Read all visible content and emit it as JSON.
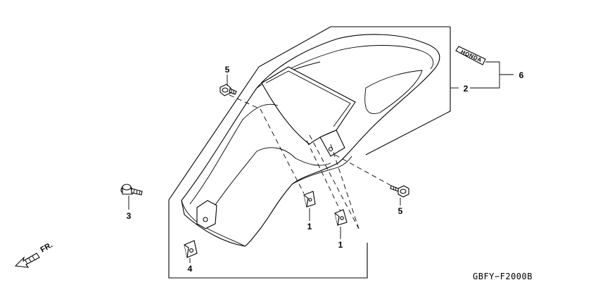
{
  "callouts": [
    {
      "id": "1a",
      "label": "1"
    },
    {
      "id": "1b",
      "label": "1"
    },
    {
      "id": "2",
      "label": "2"
    },
    {
      "id": "3",
      "label": "3"
    },
    {
      "id": "4",
      "label": "4"
    },
    {
      "id": "5a",
      "label": "5"
    },
    {
      "id": "5b",
      "label": "5"
    },
    {
      "id": "6",
      "label": "6"
    }
  ],
  "diagram_code": "GBFY−F2000B",
  "direction_marker": "FR.",
  "emblem_text": "HONDA"
}
